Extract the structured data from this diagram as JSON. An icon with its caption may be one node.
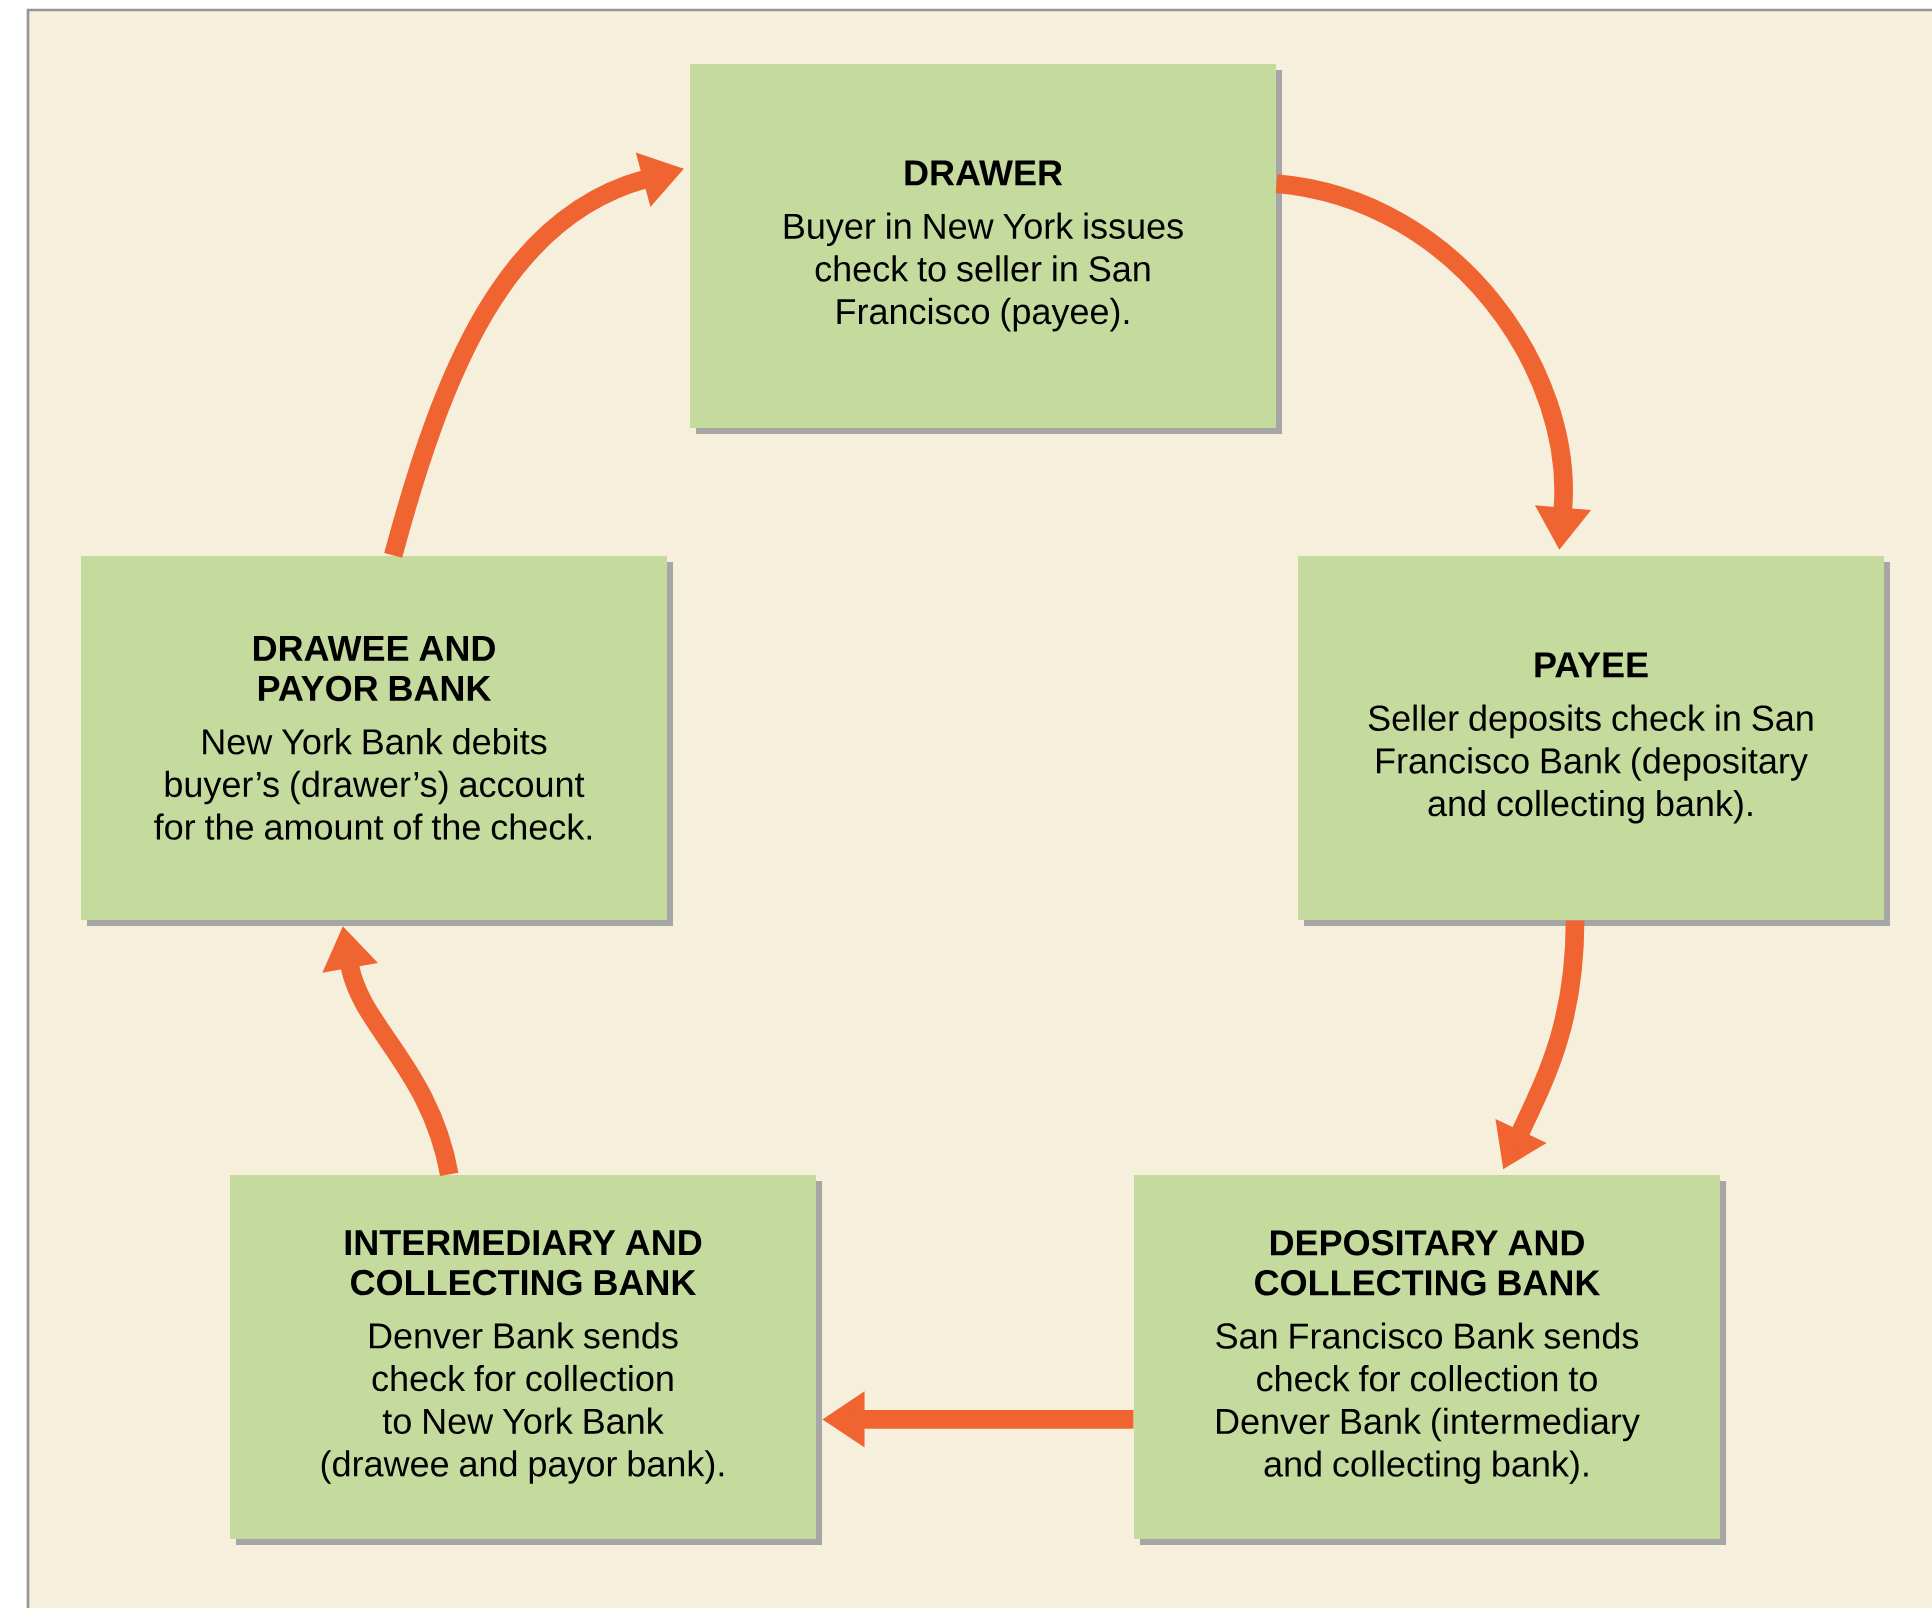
{
  "diagram": {
    "nodes": [
      {
        "text": [
          "DRAWER",
          "Buyer in New York issues check to seller in San Francisco (payee)."
        ]
      },
      {
        "text": [
          "PAYEE",
          "Seller deposits check in San Francisco Bank (depositary and collecting bank)."
        ]
      },
      {
        "text": [
          "DEPOSITARY AND COLLECTING BANK",
          "San Francisco Bank sends check for collection to Denver Bank (intermediary and collecting bank)."
        ]
      },
      {
        "text": [
          "INTERMEDIARY AND COLLECTING BANK",
          "Denver Bank sends check for collection to New York Bank (drawee and payor bank)."
        ]
      },
      {
        "text": [
          "DRAWEE AND PAYOR BANK",
          "New York Bank debits buyer’s (drawer’s) account for the amount of the check."
        ]
      }
    ],
    "edges": [
      {
        "from": 0,
        "to": 1,
        "arrow": "to"
      },
      {
        "from": 1,
        "to": 2,
        "arrow": "to"
      },
      {
        "from": 2,
        "to": 3,
        "arrow": "to"
      },
      {
        "from": 3,
        "to": 4,
        "arrow": "to"
      },
      {
        "from": 4,
        "to": 0,
        "arrow": "to"
      }
    ]
  }
}
